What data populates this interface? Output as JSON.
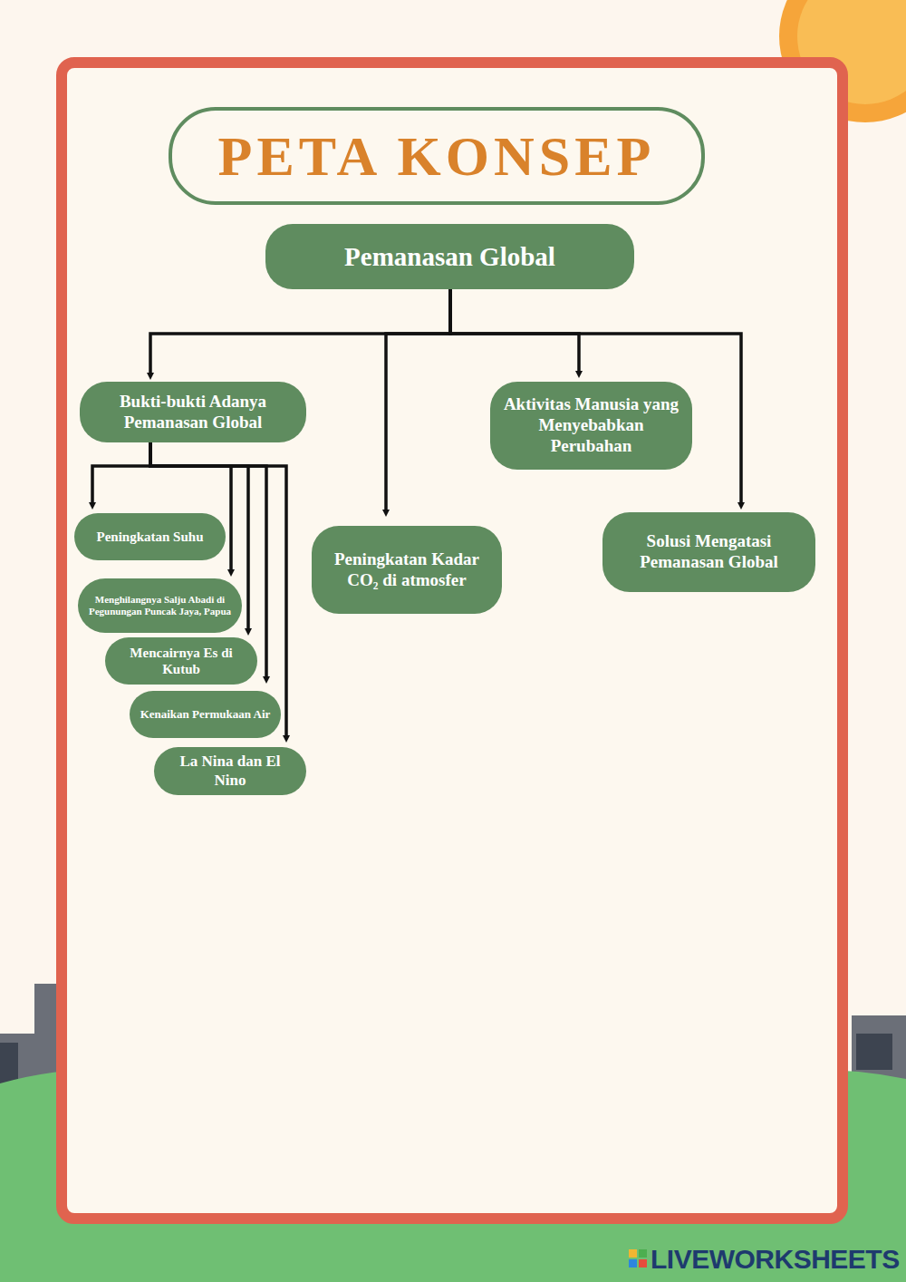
{
  "diagram": {
    "title": "PETA KONSEP",
    "nodes": [
      {
        "text": [
          "Pemanasan Global"
        ]
      },
      {
        "text": [
          "Bukti-bukti Adanya Pemanasan Global"
        ]
      },
      {
        "text": [
          "Peningkatan Kadar CO₂ di atmosfer"
        ]
      },
      {
        "text": [
          "Aktivitas Manusia yang Menyebabkan Perubahan"
        ]
      },
      {
        "text": [
          "Solusi Mengatasi Pemanasan Global"
        ]
      },
      {
        "text": [
          "Peningkatan Suhu"
        ]
      },
      {
        "text": [
          "Menghilangnya Salju Abadi di Pegunungan Puncak Jaya, Papua"
        ]
      },
      {
        "text": [
          "Mencairnya Es di Kutub"
        ]
      },
      {
        "text": [
          "Kenaikan Permukaan Air"
        ]
      },
      {
        "text": [
          "La Nina dan El Nino"
        ]
      }
    ],
    "edges": [
      {
        "from": 0,
        "to": 1,
        "arrow": "to"
      },
      {
        "from": 0,
        "to": 2,
        "arrow": "to"
      },
      {
        "from": 0,
        "to": 3,
        "arrow": "to"
      },
      {
        "from": 0,
        "to": 4,
        "arrow": "to"
      },
      {
        "from": 1,
        "to": 5,
        "arrow": "to"
      },
      {
        "from": 1,
        "to": 6,
        "arrow": "to"
      },
      {
        "from": 1,
        "to": 7,
        "arrow": "to"
      },
      {
        "from": 1,
        "to": 8,
        "arrow": "to"
      },
      {
        "from": 1,
        "to": 9,
        "arrow": "to"
      }
    ],
    "labels": [
      "LIVEWORKSHEETS"
    ]
  }
}
